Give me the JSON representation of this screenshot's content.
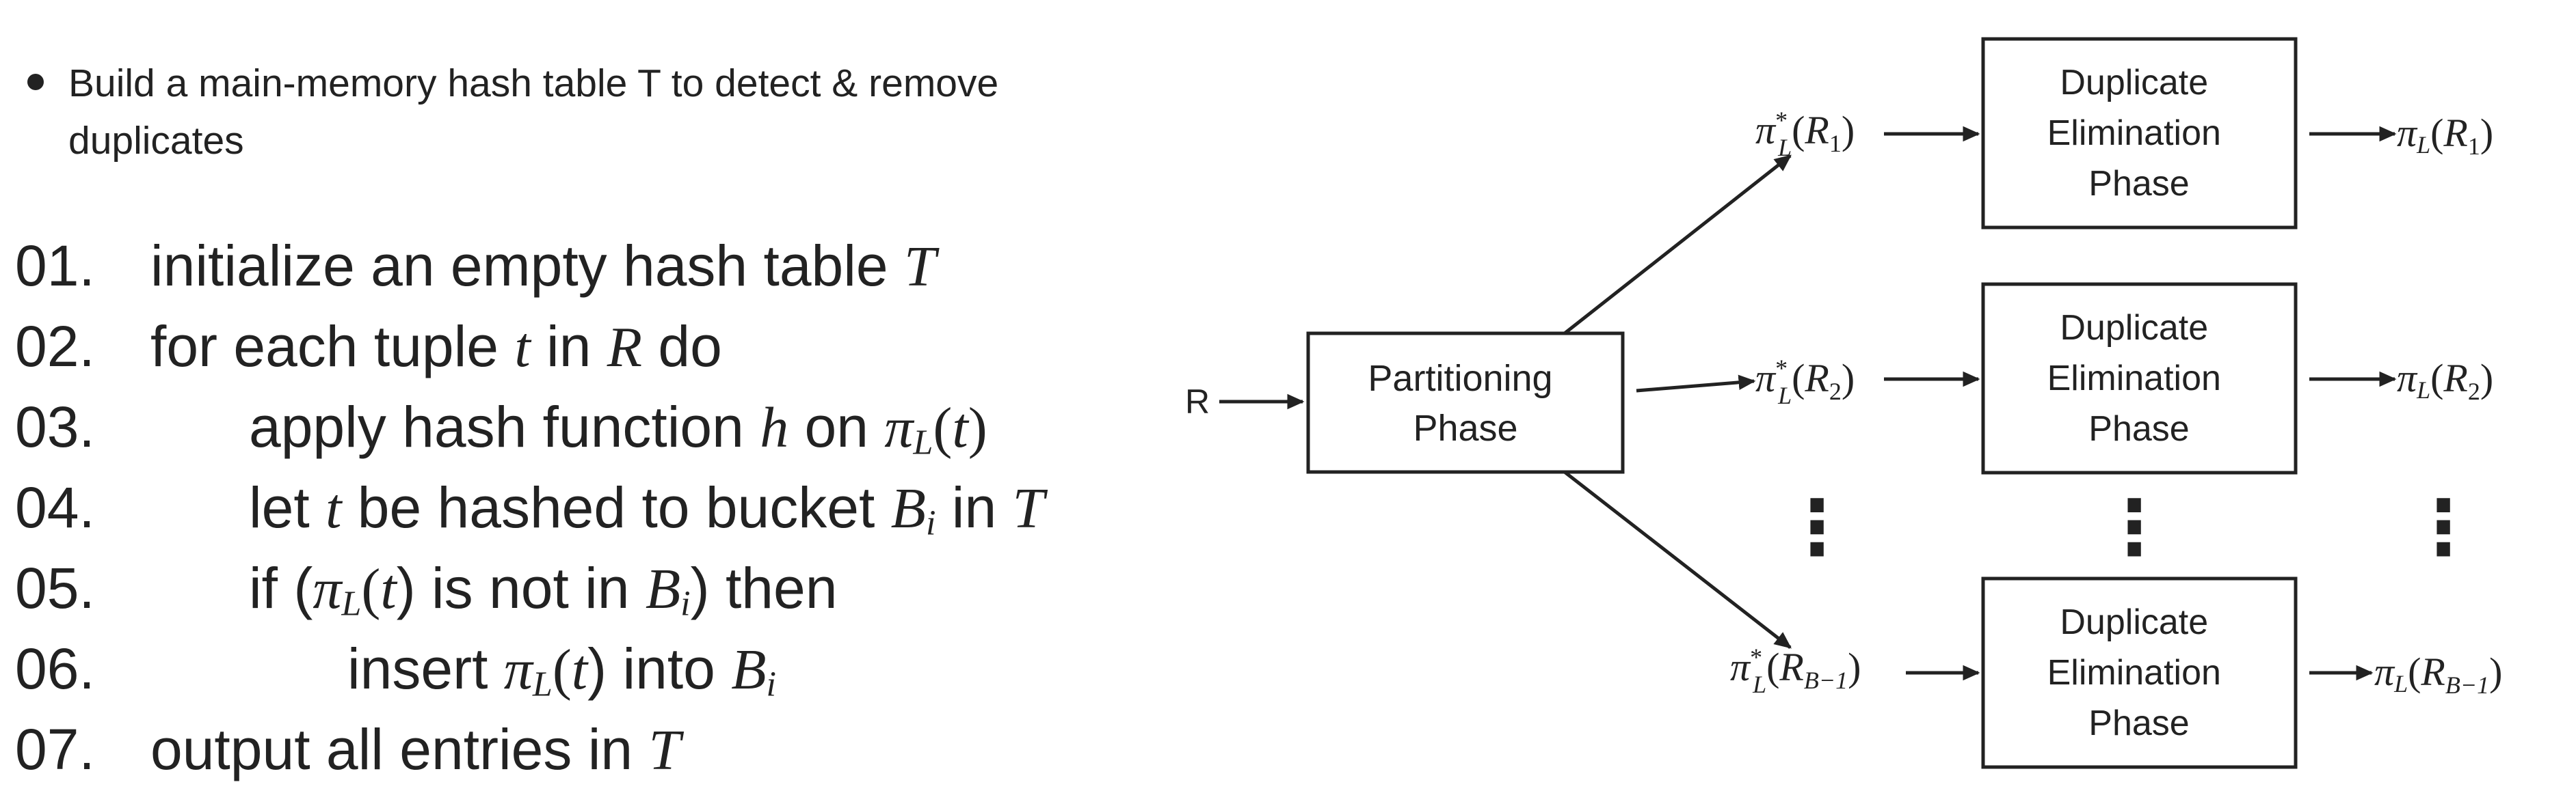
{
  "bullet": {
    "text": "Build a main-memory hash table T to detect & remove duplicates"
  },
  "algorithm": {
    "lines": [
      {
        "num": "01.",
        "parts": [
          "initialize an empty hash table ",
          "T"
        ]
      },
      {
        "num": "02.",
        "parts": [
          "for each tuple ",
          "t",
          " in ",
          "R",
          " do"
        ]
      },
      {
        "num": "03.",
        "parts": [
          "apply hash function ",
          "h",
          " on ",
          "π",
          "L",
          "(",
          "t",
          ")"
        ]
      },
      {
        "num": "04.",
        "parts": [
          "let ",
          "t",
          " be hashed to bucket ",
          "B",
          "i",
          " in ",
          "T"
        ]
      },
      {
        "num": "05.",
        "parts": [
          "if (",
          "π",
          "L",
          "(",
          "t",
          ") is not in ",
          "B",
          "i",
          ") then"
        ]
      },
      {
        "num": "06.",
        "parts": [
          "insert ",
          "π",
          "L",
          "(",
          "t",
          ") into ",
          "B",
          "i"
        ]
      },
      {
        "num": "07.",
        "parts": [
          "output all entries in ",
          "T"
        ]
      }
    ]
  },
  "diagram": {
    "input_label": "R",
    "partition_box": {
      "line1": "Partitioning",
      "line2": "Phase"
    },
    "elimination_box": {
      "line1": "Duplicate",
      "line2": "Elimination",
      "line3": "Phase"
    },
    "partitions": [
      {
        "pi": "π",
        "star": "*",
        "L": "L",
        "open": "(",
        "R": "R",
        "sub": "1",
        "close": ")"
      },
      {
        "pi": "π",
        "star": "*",
        "L": "L",
        "open": "(",
        "R": "R",
        "sub": "2",
        "close": ")"
      },
      {
        "pi": "π",
        "star": "*",
        "L": "L",
        "open": "(",
        "R": "R",
        "sub": "B−1",
        "close": ")"
      }
    ],
    "outputs": [
      {
        "pi": "π",
        "L": "L",
        "open": "(",
        "R": "R",
        "sub": "1",
        "close": ")"
      },
      {
        "pi": "π",
        "L": "L",
        "open": "(",
        "R": "R",
        "sub": "2",
        "close": ")"
      },
      {
        "pi": "π",
        "L": "L",
        "open": "(",
        "R": "R",
        "sub": "B−1",
        "close": ")"
      }
    ],
    "ellipsis": "⋮"
  }
}
